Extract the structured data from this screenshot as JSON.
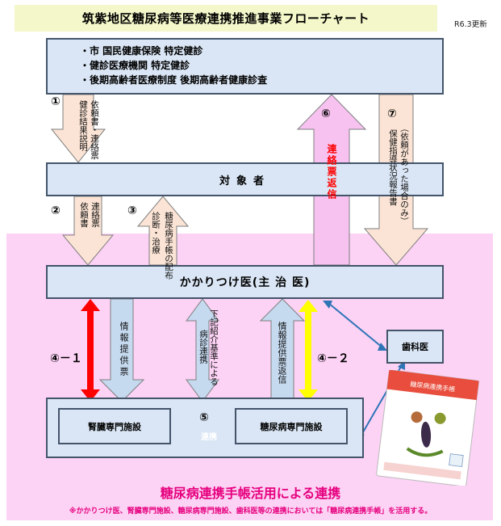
{
  "header": {
    "title": "筑紫地区糖尿病等医療連携推進事業フローチャート",
    "updated": "R6.3更新"
  },
  "top_box": {
    "lines": [
      "・市 国民健康保険 特定健診",
      "・健診医療機関 特定健診",
      "・後期高齢者医療制度 後期高齢者健康診査"
    ]
  },
  "subject_box": {
    "label": "対象者"
  },
  "doctor_box": {
    "label": "かかりつけ医(主 治 医)"
  },
  "dental_box": {
    "label": "歯科医"
  },
  "kidney_box": {
    "label": "腎臓専門施設"
  },
  "diabetes_box": {
    "label": "糖尿病専門施設"
  },
  "steps": {
    "s1": {
      "num": "①",
      "text_a": "依頼書・連絡票",
      "text_b": "健診結果説明"
    },
    "s2": {
      "num": "②",
      "text_a": "連絡票",
      "text_b": "依頼書"
    },
    "s3": {
      "num": "③",
      "text_a": "糖尿病手帳の配布",
      "text_b": "診断・治療"
    },
    "s41": {
      "num": "④－１"
    },
    "s41_arrow": {
      "text": "情報提供票"
    },
    "s_mid": {
      "text_a": "下記紹介基準による",
      "text_b": "病診連携"
    },
    "s42": {
      "num": "④－２"
    },
    "s42_arrow": {
      "text_a": "情報提供票返信"
    },
    "s5": {
      "num": "⑤",
      "label": "連携"
    },
    "s6": {
      "num": "⑥",
      "text": "連絡票返信"
    },
    "s7": {
      "num": "⑦",
      "text_a": "（依頼があった場合のみ）",
      "text_b": "保健指導状況報告書"
    }
  },
  "booklet": {
    "title": "糖尿病連携手帳"
  },
  "footer": {
    "caption": "糖尿病連携手帳活用による連携",
    "note": "※かかりつけ医、腎臓専門施設、糖尿病専門施設、歯科医等の連携においては「糖尿病連携手帳」を活用する。"
  },
  "colors": {
    "box_fill": "#dae6f5",
    "box_border": "#44546a",
    "pink_area": "#fcd2f5",
    "peach_arrow": "#fbe4d5",
    "blue_arrow": "#c5d9ef",
    "pink_arrow": "#f7c2f0",
    "red_arrow": "#ff0000",
    "yellow_arrow": "#ffff00",
    "magenta_text": "#e6007e"
  }
}
